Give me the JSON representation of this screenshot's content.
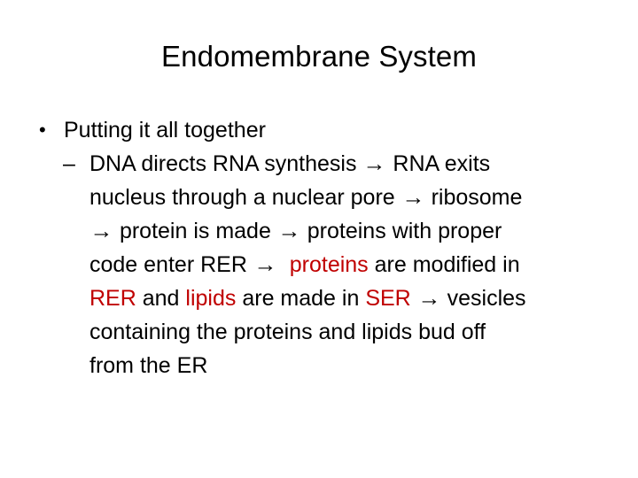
{
  "slide": {
    "title": "Endomembrane System",
    "background_color": "#FFFFFF",
    "text_color": "#000000",
    "accent_color": "#C00000",
    "bullet_level1": {
      "marker": "•",
      "text": "Putting it all together"
    },
    "bullet_level2": {
      "marker": "–",
      "arrow_glyph": "→",
      "lines": [
        {
          "id": "line-1",
          "segments": [
            {
              "text": "DNA directs RNA synthesis ",
              "color": "black"
            },
            {
              "text": "→",
              "color": "black",
              "is_arrow": true
            },
            {
              "text": " RNA exits",
              "color": "black"
            }
          ]
        },
        {
          "id": "line-2",
          "segments": [
            {
              "text": "nucleus through a nuclear pore ",
              "color": "black"
            },
            {
              "text": "→",
              "color": "black",
              "is_arrow": true
            },
            {
              "text": " ribosome",
              "color": "black"
            }
          ]
        },
        {
          "id": "line-3",
          "segments": [
            {
              "text": "→",
              "color": "black",
              "is_arrow": true
            },
            {
              "text": " protein is made ",
              "color": "black"
            },
            {
              "text": "→",
              "color": "black",
              "is_arrow": true
            },
            {
              "text": " proteins with proper",
              "color": "black"
            }
          ]
        },
        {
          "id": "line-4",
          "segments": [
            {
              "text": "code enter RER ",
              "color": "black"
            },
            {
              "text": "→",
              "color": "black",
              "is_arrow": true
            },
            {
              "text": "  ",
              "color": "black"
            },
            {
              "text": "proteins",
              "color": "red"
            },
            {
              "text": " are modified in",
              "color": "black"
            }
          ]
        },
        {
          "id": "line-5",
          "segments": [
            {
              "text": "RER",
              "color": "red"
            },
            {
              "text": " and ",
              "color": "black"
            },
            {
              "text": "lipids",
              "color": "red"
            },
            {
              "text": " are made in ",
              "color": "black"
            },
            {
              "text": "SER",
              "color": "red"
            },
            {
              "text": " ",
              "color": "black"
            },
            {
              "text": "→",
              "color": "black",
              "is_arrow": true
            },
            {
              "text": " vesicles",
              "color": "black"
            }
          ]
        },
        {
          "id": "line-6",
          "segments": [
            {
              "text": "containing the proteins and lipids bud off",
              "color": "black"
            }
          ]
        },
        {
          "id": "line-7",
          "segments": [
            {
              "text": "from the ER",
              "color": "black"
            }
          ]
        }
      ]
    }
  }
}
